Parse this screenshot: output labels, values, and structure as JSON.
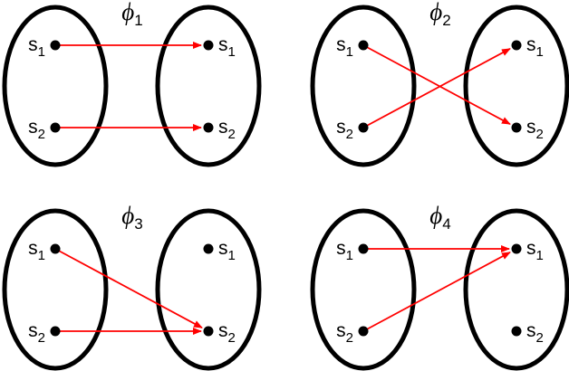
{
  "colors": {
    "ellipse": "#000000",
    "arrow": "#ff0000",
    "dot": "#000000",
    "background": "#ffffff"
  },
  "element_labels": [
    "s1",
    "s2"
  ],
  "label_letter": "s",
  "label_subscripts": [
    "1",
    "2"
  ],
  "mappings": [
    {
      "symbol": "ϕ",
      "index": "1",
      "arrows": [
        [
          "s1",
          "s1"
        ],
        [
          "s2",
          "s2"
        ]
      ]
    },
    {
      "symbol": "ϕ",
      "index": "2",
      "arrows": [
        [
          "s1",
          "s2"
        ],
        [
          "s2",
          "s1"
        ]
      ]
    },
    {
      "symbol": "ϕ",
      "index": "3",
      "arrows": [
        [
          "s1",
          "s2"
        ],
        [
          "s2",
          "s2"
        ]
      ]
    },
    {
      "symbol": "ϕ",
      "index": "4",
      "arrows": [
        [
          "s1",
          "s1"
        ],
        [
          "s2",
          "s1"
        ]
      ]
    }
  ]
}
